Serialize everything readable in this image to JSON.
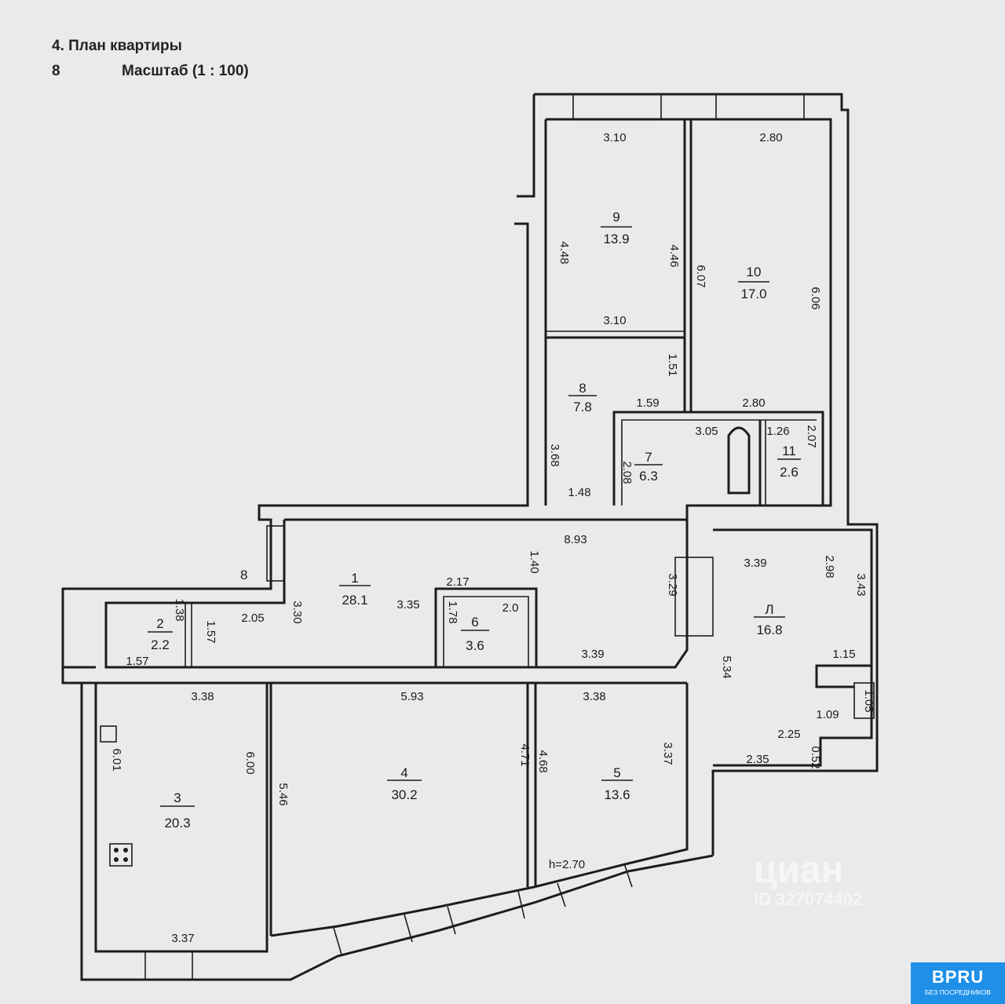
{
  "header": {
    "section": "4. План квартиры",
    "sheet": "8",
    "scale": "Масштаб (1 : 100)"
  },
  "rooms": [
    {
      "n": "9",
      "area": "13.9"
    },
    {
      "n": "10",
      "area": "17.0"
    },
    {
      "n": "8",
      "area": "7.8"
    },
    {
      "n": "7",
      "area": "6.3"
    },
    {
      "n": "11",
      "area": "2.6"
    },
    {
      "n": "1",
      "area": "28.1"
    },
    {
      "n": "2",
      "area": "2.2"
    },
    {
      "n": "6",
      "area": "3.6"
    },
    {
      "n": "Л",
      "area": "16.8"
    },
    {
      "n": "3",
      "area": "20.3"
    },
    {
      "n": "4",
      "area": "30.2"
    },
    {
      "n": "5",
      "area": "13.6"
    }
  ],
  "dims": [
    "3.10",
    "2.80",
    "4.48",
    "4.46",
    "6.07",
    "6.06",
    "3.10",
    "1.51",
    "1.59",
    "2.80",
    "3.05",
    "1.26",
    "2.07",
    "3.68",
    "2.08",
    "1.48",
    "8.93",
    "1.40",
    "3.39",
    "2.98",
    "3.43",
    "2.17",
    "3.35",
    "2.05",
    "3.30",
    "1.38",
    "1.57",
    "1.57",
    "1.78",
    "2.0",
    "3.39",
    "3.29",
    "1.15",
    "5.34",
    "3.38",
    "5.93",
    "3.38",
    "1.05",
    "1.09",
    "2.25",
    "2.35",
    "0.52",
    "6.01",
    "6.00",
    "5.46",
    "4.71",
    "4.68",
    "3.37",
    "h=2.70",
    "3.37"
  ],
  "entrance_mark": "8",
  "watermark": {
    "brand": "циан",
    "id": "ID 327074402"
  },
  "logo": {
    "name": "BPRU",
    "tagline": "БЕЗ ПОСРЕДНИКОВ",
    "color": "#1e90e8"
  }
}
